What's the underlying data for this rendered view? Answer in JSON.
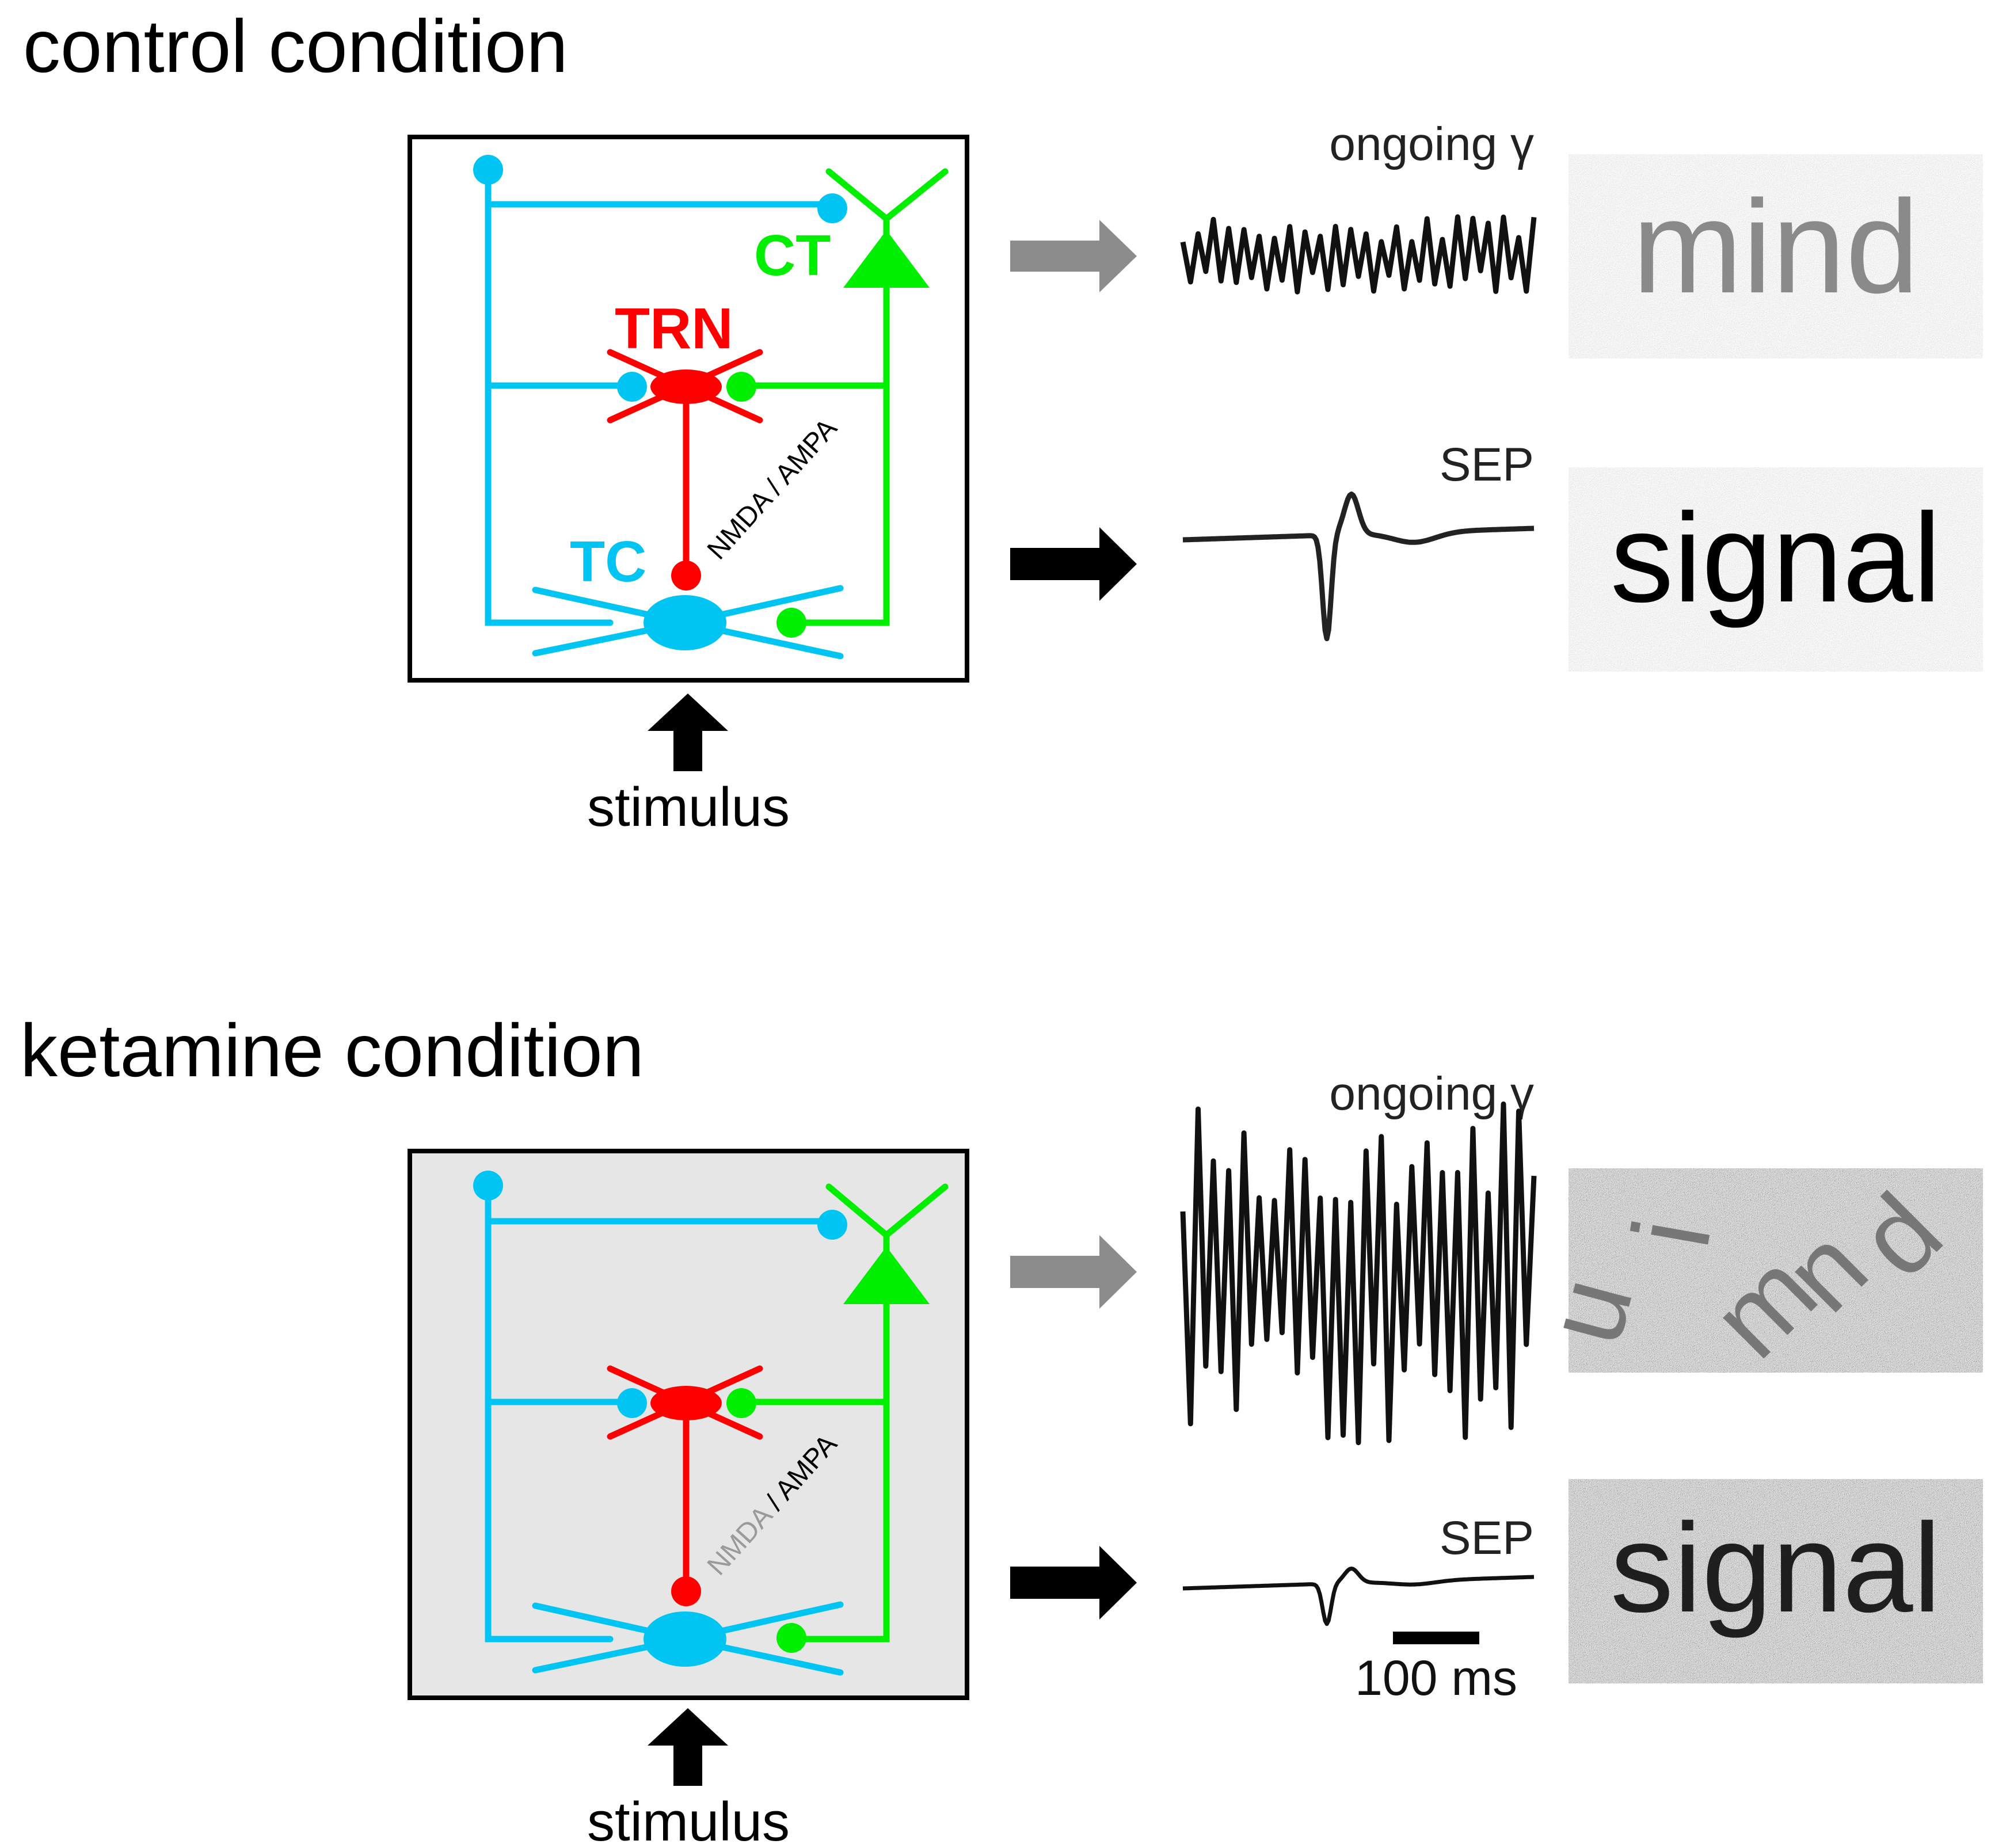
{
  "colors": {
    "tc": "#00c5f2",
    "trn": "#ff0000",
    "ct": "#00ee00",
    "trace": "#111111",
    "arrow_gray": "#8c8c8c",
    "ketamine_box_bg": "#e6e6e6",
    "nmda_faded": "#9a9a9a"
  },
  "panels": [
    {
      "title": "control condition",
      "labels": {
        "ct": "CT",
        "trn": "TRN",
        "tc": "TC",
        "nmda": "NMDA",
        "slash_ampa": " / AMPA"
      },
      "stimulus": "stimulus",
      "ongoing_label": "ongoing γ",
      "sep_label": "SEP",
      "noise_word_top": "mind",
      "noise_word_bottom": "signal"
    },
    {
      "title": "ketamine condition",
      "labels": {
        "ct": "",
        "trn": "",
        "tc": "",
        "nmda": "NMDA",
        "slash_ampa": " / AMPA"
      },
      "stimulus": "stimulus",
      "ongoing_label": "ongoing γ",
      "sep_label": "SEP",
      "noise_word_top_letters": [
        "u",
        "i",
        "m",
        "n",
        "d"
      ],
      "noise_word_bottom": "signal",
      "scalebar_label": "100 ms"
    }
  ]
}
